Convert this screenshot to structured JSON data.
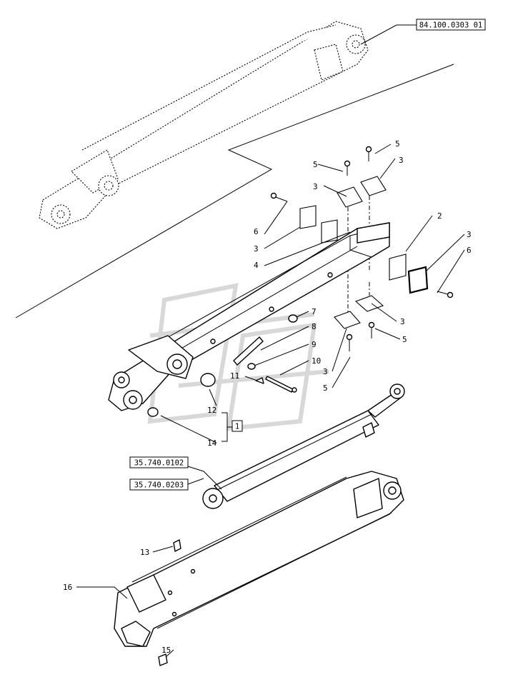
{
  "refs": {
    "ref_top": "84.100.0303 01",
    "ref_cyl_a": "35.740.0102",
    "ref_cyl_b": "35.740.0203",
    "kit_label": "1"
  },
  "callouts": {
    "c2": "2",
    "c3a": "3",
    "c3b": "3",
    "c3c": "3",
    "c3d": "3",
    "c3e": "3",
    "c3f": "3",
    "c4": "4",
    "c5a": "5",
    "c5b": "5",
    "c5c": "5",
    "c5d": "5",
    "c6a": "6",
    "c6b": "6",
    "c7": "7",
    "c8": "8",
    "c9": "9",
    "c10": "10",
    "c11": "11",
    "c12": "12",
    "c13": "13",
    "c14": "14",
    "c15": "15",
    "c16": "16"
  }
}
